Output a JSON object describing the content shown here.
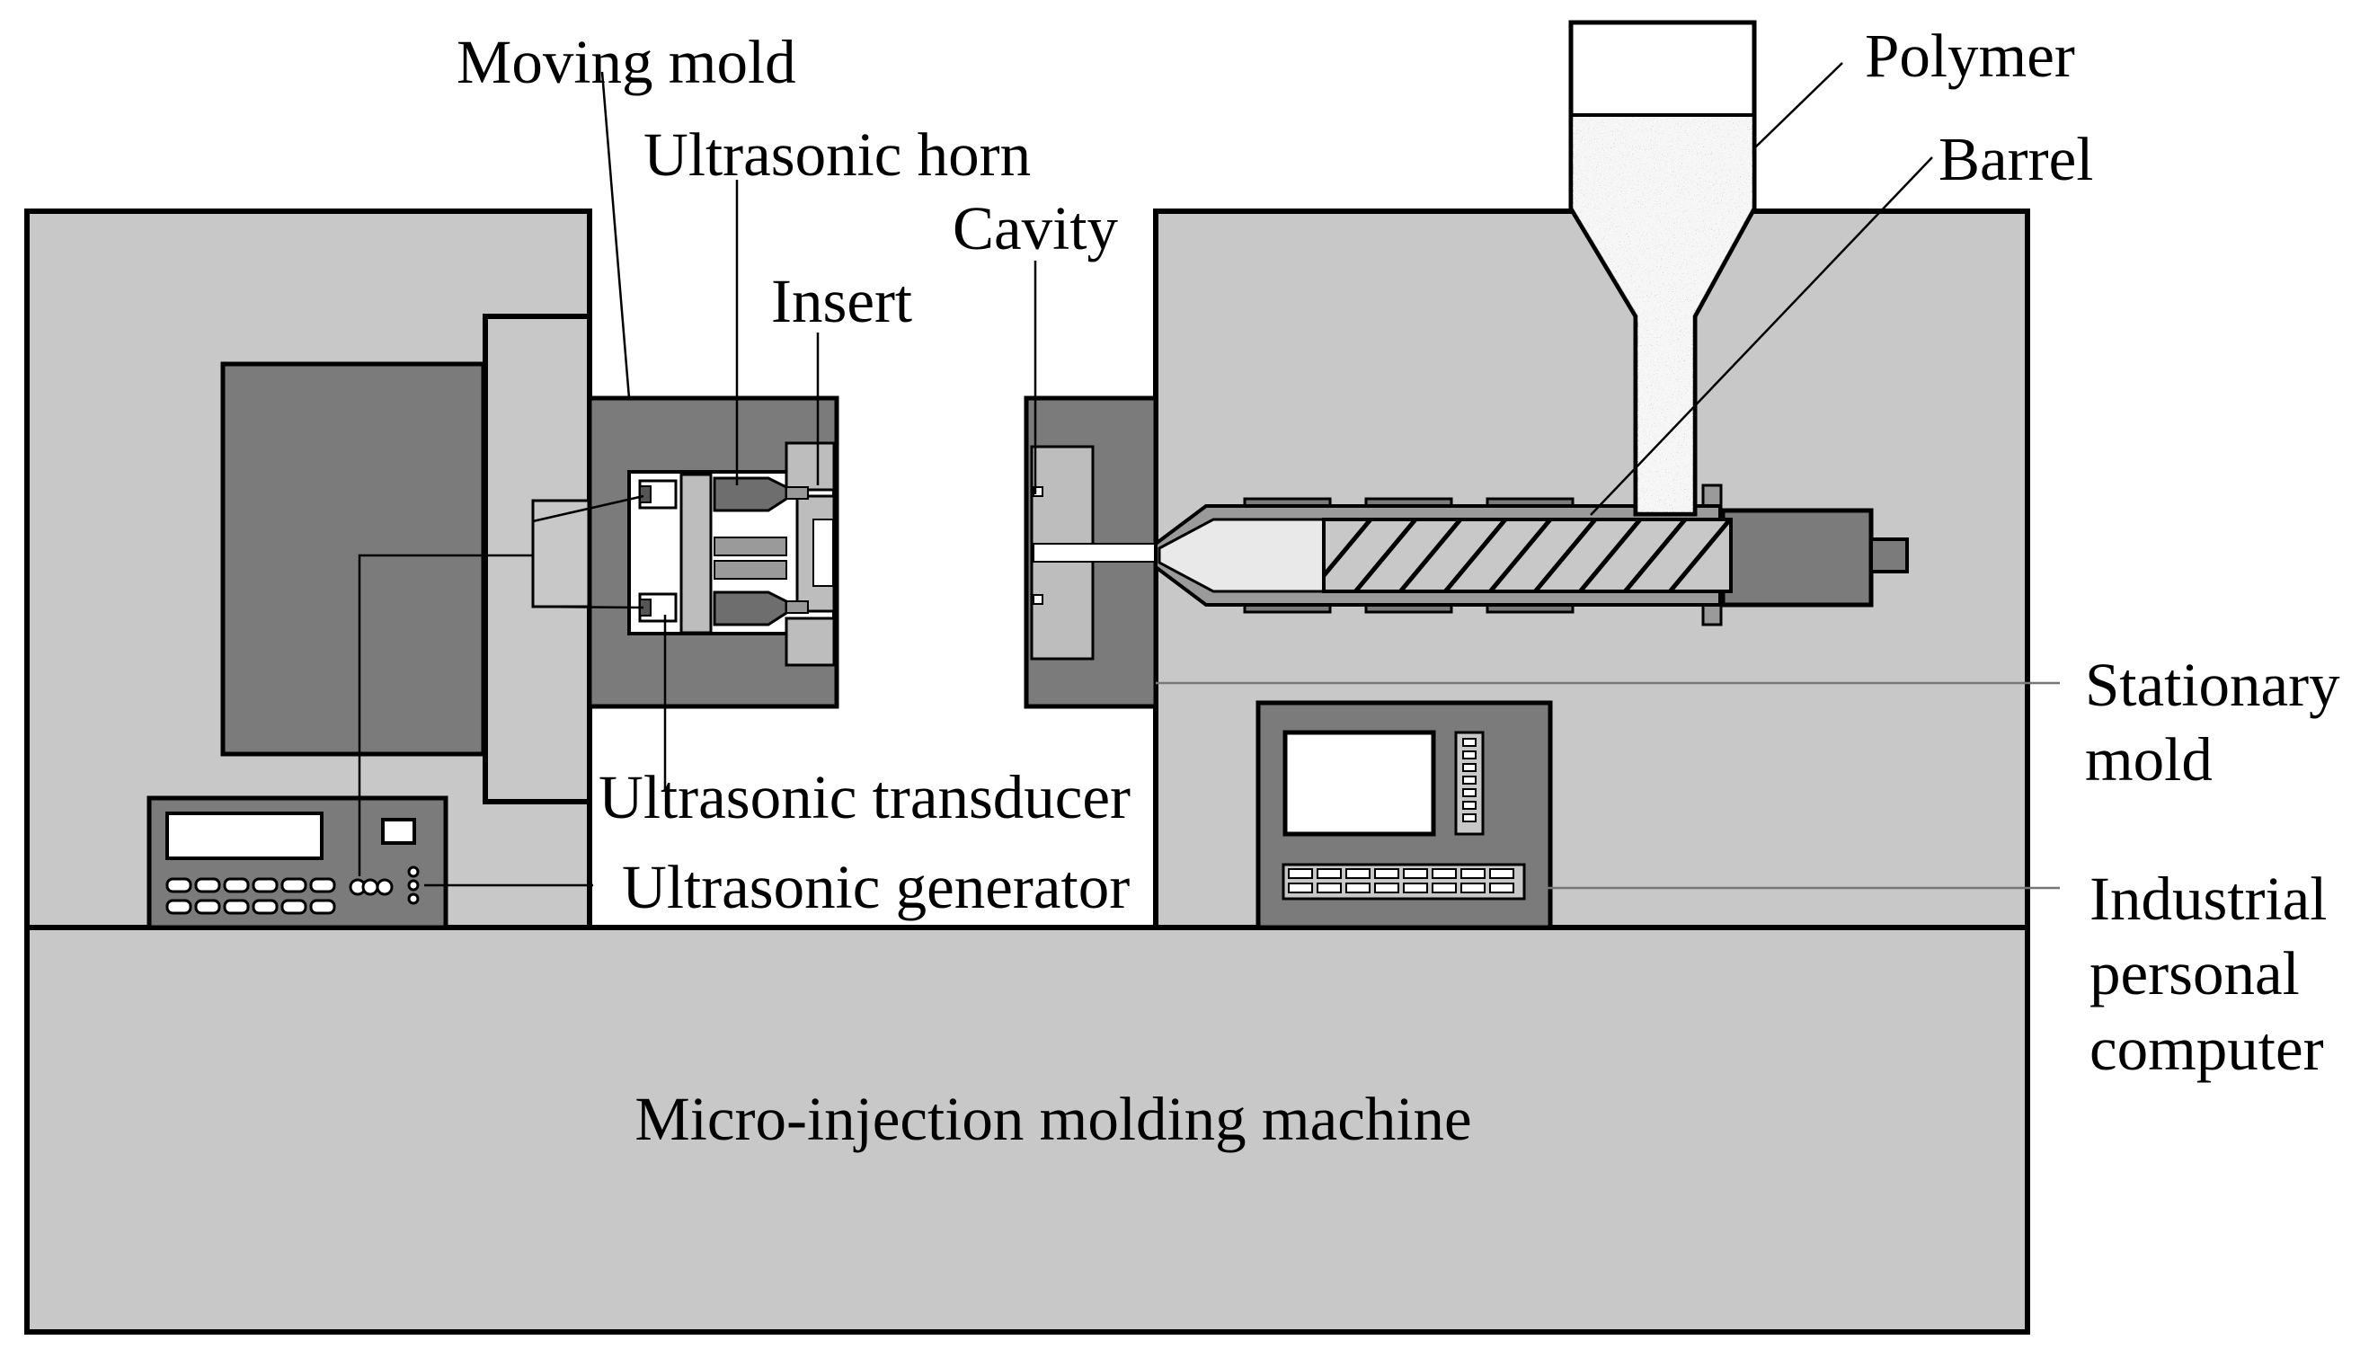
{
  "labels": {
    "moving_mold": "Moving mold",
    "ultrasonic_horn": "Ultrasonic horn",
    "insert": "Insert",
    "cavity": "Cavity",
    "polymer": "Polymer",
    "barrel": "Barrel",
    "stationary_mold_line1": "Stationary",
    "stationary_mold_line2": "mold",
    "ultrasonic_transducer": "Ultrasonic transducer",
    "ultrasonic_generator": "Ultrasonic generator",
    "industrial_pc_line1": "Industrial",
    "industrial_pc_line2": "personal",
    "industrial_pc_line3": "computer",
    "machine": "Micro-injection molding machine"
  },
  "colors": {
    "light_gray": "#c8c8c8",
    "mid_gray": "#7b7b7b",
    "polymer_granules": "#9a9a9a",
    "outline": "#000000"
  }
}
